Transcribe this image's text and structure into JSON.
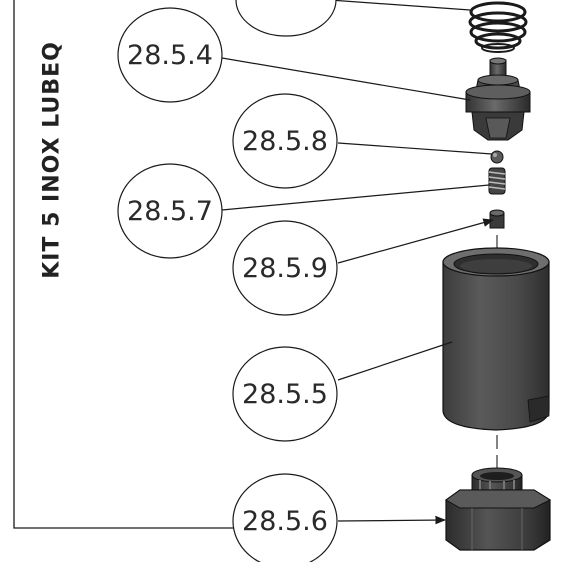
{
  "title": "KIT 5 INOX LUBEQ",
  "callouts": [
    {
      "id": "c1",
      "label": ""
    },
    {
      "id": "c2",
      "label": "28.5.4"
    },
    {
      "id": "c3",
      "label": "28.5.8"
    },
    {
      "id": "c4",
      "label": "28.5.7"
    },
    {
      "id": "c5",
      "label": "28.5.9"
    },
    {
      "id": "c6",
      "label": "28.5.5"
    },
    {
      "id": "c7",
      "label": "28.5.6"
    }
  ],
  "colors": {
    "line": "#1a1a1a",
    "part_dark": "#3a3a3a",
    "part_mid": "#555555",
    "part_light": "#7a7a7a",
    "background": "#ffffff"
  }
}
